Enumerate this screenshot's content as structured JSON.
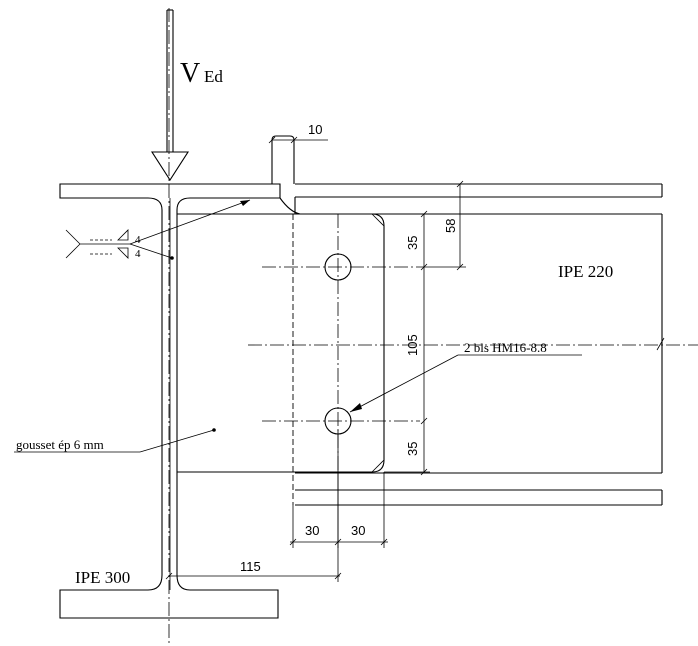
{
  "load": {
    "symbol": "V",
    "subscript": "Ed"
  },
  "profiles": {
    "column": "IPE 300",
    "beam": "IPE 220"
  },
  "gusset": {
    "label": "gousset ép 6 mm"
  },
  "bolts": {
    "label": "2 bls HM16-8.8"
  },
  "weld": {
    "top": "4",
    "bottom": "4"
  },
  "dimensions": {
    "gap": "10",
    "flange_offset": "58",
    "edge_top": "35",
    "pitch": "105",
    "edge_bottom": "35",
    "horiz_1": "30",
    "horiz_2": "30",
    "lever_arm": "115"
  }
}
